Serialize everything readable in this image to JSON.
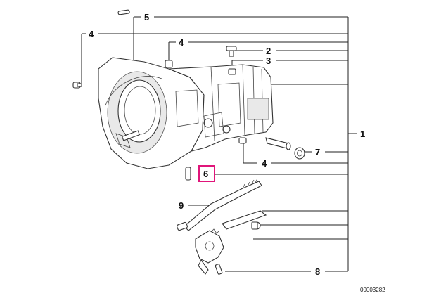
{
  "callouts": [
    {
      "id": "c5",
      "label": "5"
    },
    {
      "id": "c4a",
      "label": "4"
    },
    {
      "id": "c4b",
      "label": "4"
    },
    {
      "id": "c2",
      "label": "2"
    },
    {
      "id": "c3",
      "label": "3"
    },
    {
      "id": "c1",
      "label": "1"
    },
    {
      "id": "c7",
      "label": "7"
    },
    {
      "id": "c4c",
      "label": "4"
    },
    {
      "id": "c6",
      "label": "6"
    },
    {
      "id": "c9",
      "label": "9"
    },
    {
      "id": "c8",
      "label": "8"
    }
  ],
  "highlight_color": "#e0157a",
  "document_number": "00003282"
}
